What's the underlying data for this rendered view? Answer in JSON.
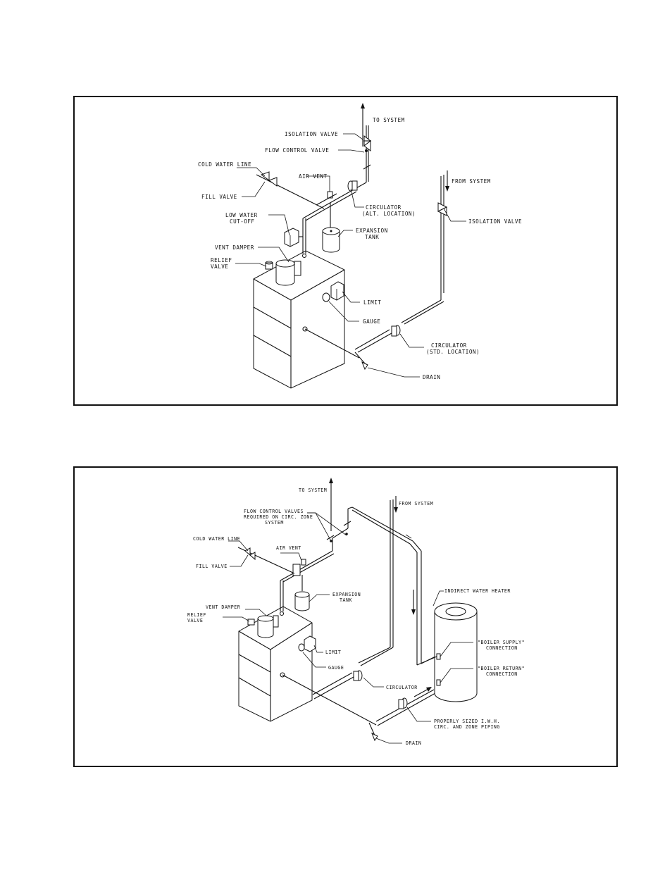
{
  "diagram1": {
    "labels": {
      "to_system": "TO SYSTEM",
      "isolation_valve_top": "ISOLATION VALVE",
      "flow_control_valve": "FLOW CONTROL VALVE",
      "cold_water_line": "COLD WATER LINE",
      "air_vent": "AIR VENT",
      "fill_valve": "FILL VALVE",
      "circulator_alt_1": "CIRCULATOR",
      "circulator_alt_2": "(ALT. LOCATION)",
      "from_system": "FROM SYSTEM",
      "isolation_valve_right": "ISOLATION VALVE",
      "low_water_1": "LOW WATER",
      "low_water_2": "CUT-OFF",
      "expansion_tank_1": "EXPANSION",
      "expansion_tank_2": "TANK",
      "vent_damper": "VENT DAMPER",
      "relief_valve_1": "RELIEF",
      "relief_valve_2": "VALVE",
      "limit": "LIMIT",
      "gauge": "GAUGE",
      "circulator_std_1": "CIRCULATOR",
      "circulator_std_2": "(STD. LOCATION)",
      "drain": "DRAIN"
    }
  },
  "diagram2": {
    "labels": {
      "to_system": "TO SYSTEM",
      "from_system": "FROM SYSTEM",
      "flow_control_valves_1": "FLOW CONTROL VALVES",
      "flow_control_valves_2": "REQUIRED ON CIRC. ZONE",
      "flow_control_valves_3": "SYSTEM",
      "cold_water_line": "COLD WATER LINE",
      "air_vent": "AIR VENT",
      "fill_valve": "FILL VALVE",
      "expansion_tank_1": "EXPANSION",
      "expansion_tank_2": "TANK",
      "indirect_water_heater": "INDIRECT WATER HEATER",
      "vent_damper": "VENT DAMPER",
      "relief_valve_1": "RELIEF",
      "relief_valve_2": "VALVE",
      "limit": "LIMIT",
      "gauge": "GAUGE",
      "boiler_supply_1": "\"BOILER SUPPLY\"",
      "boiler_supply_2": "CONNECTION",
      "boiler_return_1": "\"BOILER RETURN\"",
      "boiler_return_2": "CONNECTION",
      "circulator": "CIRCULATOR",
      "properly_sized_1": "PROPERLY SIZED I.W.H.",
      "properly_sized_2": "CIRC. AND ZONE PIPING",
      "drain": "DRAIN"
    }
  }
}
